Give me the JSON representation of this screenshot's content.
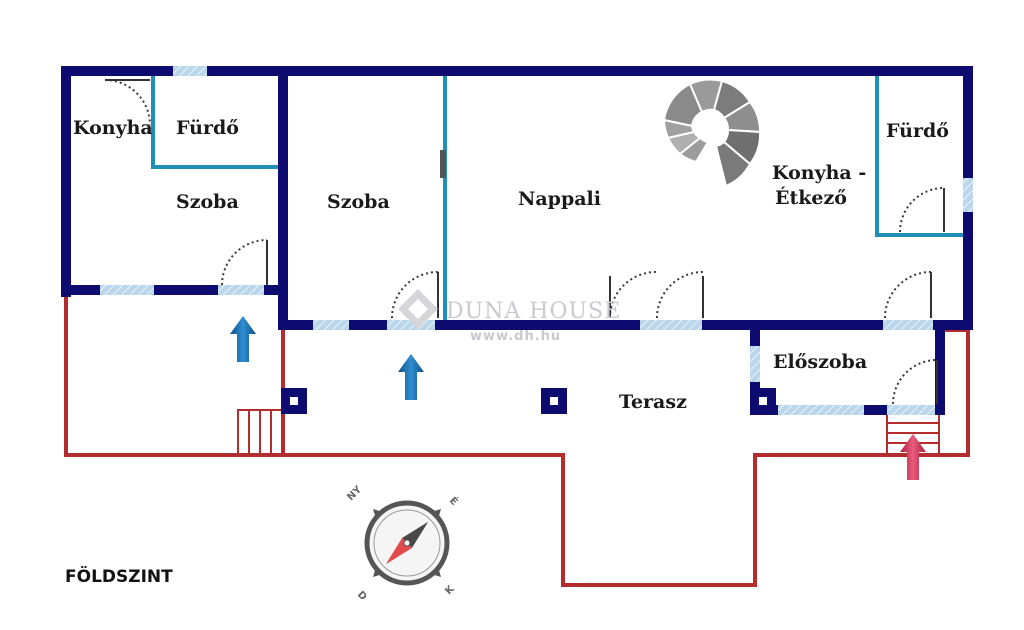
{
  "floor_label": "FÖLDSZINT",
  "rooms": {
    "konyha_left": "Konyha",
    "furdo_left": "Fürdő",
    "szoba_left": "Szoba",
    "szoba_middle": "Szoba",
    "nappali": "Nappali",
    "konyha_etkezo_line1": "Konyha -",
    "konyha_etkezo_line2": "Étkező",
    "furdo_right": "Fürdő",
    "eloszoba": "Előszoba",
    "terasz": "Terasz"
  },
  "watermark": {
    "brand": "DUNA HOUSE",
    "url": "www.dh.hu"
  },
  "compass": {
    "nw": "NY",
    "ne": "É",
    "sw": "D",
    "se": "K"
  },
  "colors": {
    "wall": "#0d0a70",
    "terrace_outline": "#b22d2d",
    "partition": "#1f8fb8",
    "window": "#9fc7e0",
    "entry_arrow": "#1769a8",
    "main_entry_arrow": "#d23a5e"
  }
}
